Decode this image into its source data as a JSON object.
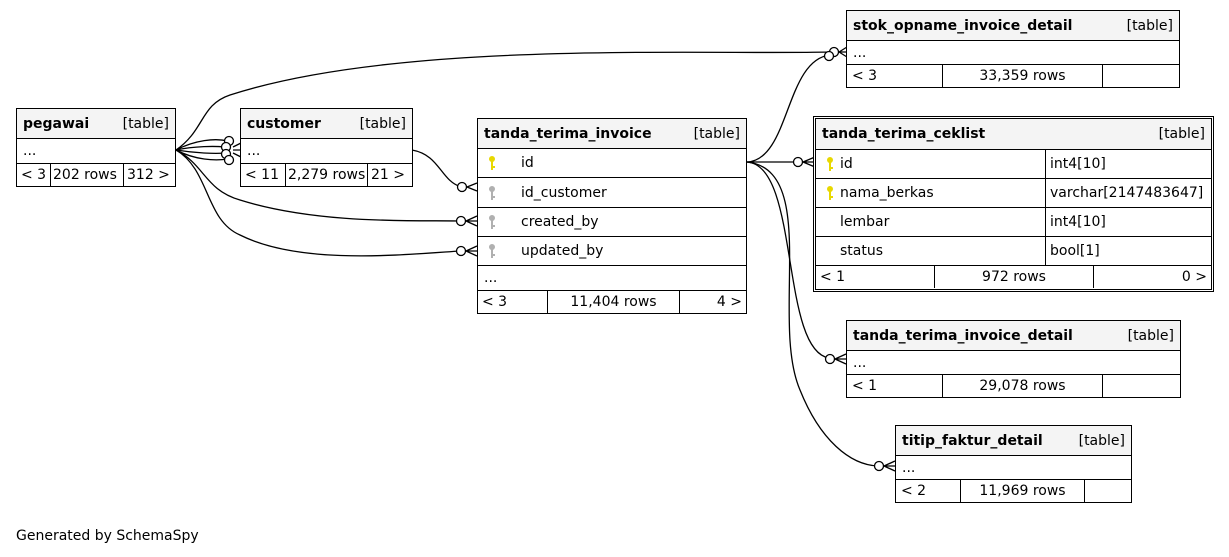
{
  "tables": {
    "stok_opname_invoice_detail": {
      "name": "stok_opname_invoice_detail",
      "kind": "[table]",
      "ellipsis": "...",
      "footer": {
        "left": "< 3",
        "middle": "33,359 rows",
        "right": ""
      }
    },
    "pegawai": {
      "name": "pegawai",
      "kind": "[table]",
      "ellipsis": "...",
      "footer": {
        "left": "< 3",
        "middle": "202 rows",
        "right": "312 >"
      }
    },
    "customer": {
      "name": "customer",
      "kind": "[table]",
      "ellipsis": "...",
      "footer": {
        "left": "< 11",
        "middle": "2,279 rows",
        "right": "21 >"
      }
    },
    "tanda_terima_invoice": {
      "name": "tanda_terima_invoice",
      "kind": "[table]",
      "columns": [
        {
          "name": "id",
          "key": "primary"
        },
        {
          "name": "id_customer",
          "key": "foreign"
        },
        {
          "name": "created_by",
          "key": "foreign"
        },
        {
          "name": "updated_by",
          "key": "foreign"
        }
      ],
      "ellipsis": "...",
      "footer": {
        "left": "< 3",
        "middle": "11,404 rows",
        "right": "4 >"
      }
    },
    "tanda_terima_ceklist": {
      "name": "tanda_terima_ceklist",
      "kind": "[table]",
      "columns": [
        {
          "name": "id",
          "type": "int4[10]",
          "key": "primary"
        },
        {
          "name": "nama_berkas",
          "type": "varchar[2147483647]",
          "key": "primary"
        },
        {
          "name": "lembar",
          "type": "int4[10]",
          "key": "none"
        },
        {
          "name": "status",
          "type": "bool[1]",
          "key": "none"
        }
      ],
      "footer": {
        "left": "< 1",
        "middle": "972 rows",
        "right": "0 >"
      }
    },
    "tanda_terima_invoice_detail": {
      "name": "tanda_terima_invoice_detail",
      "kind": "[table]",
      "ellipsis": "...",
      "footer": {
        "left": "< 1",
        "middle": "29,078 rows",
        "right": ""
      }
    },
    "titip_faktur_detail": {
      "name": "titip_faktur_detail",
      "kind": "[table]",
      "ellipsis": "...",
      "footer": {
        "left": "< 2",
        "middle": "11,969 rows",
        "right": ""
      }
    }
  },
  "colors": {
    "primary_key": "#e8d800",
    "foreign_key": "#b0b0b0",
    "header_bg": "#f4f4f4",
    "line": "#000000"
  },
  "credit": "Generated by SchemaSpy"
}
